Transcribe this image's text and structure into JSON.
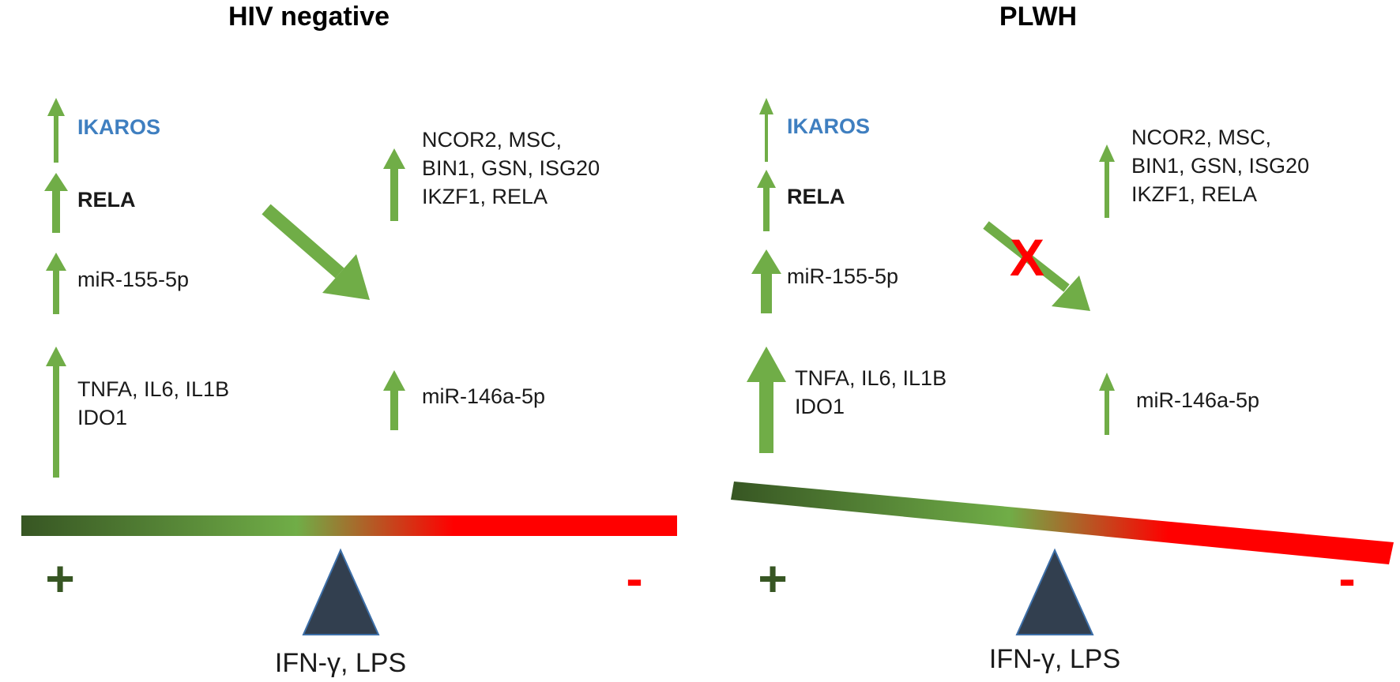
{
  "colors": {
    "arrow_green": "#70ad47",
    "dark_green": "#375623",
    "red": "#ff0000",
    "fulcrum": "#323f4f",
    "label_blue": "#3f7fc0"
  },
  "panels": [
    {
      "title": "HIV negative",
      "left_labels": {
        "ikaros": "IKAROS",
        "rela": "RELA",
        "mir155": "miR-155-5p",
        "cytokines_line1": "TNFA, IL6, IL1B",
        "cytokines_line2": "IDO1"
      },
      "right_labels": {
        "genes_line1": "NCOR2, MSC,",
        "genes_line2": "BIN1, GSN, ISG20",
        "genes_line3": "IKZF1, RELA",
        "mir146": "miR-146a-5p"
      },
      "plus": "+",
      "minus": "-",
      "stimulus": "IFN-γ, LPS",
      "balance_state": "level",
      "pathway_blocked": false
    },
    {
      "title": "PLWH",
      "left_labels": {
        "ikaros": "IKAROS",
        "rela": "RELA",
        "mir155": "miR-155-5p",
        "cytokines_line1": "TNFA, IL6, IL1B",
        "cytokines_line2": "IDO1"
      },
      "right_labels": {
        "genes_line1": "NCOR2, MSC,",
        "genes_line2": "BIN1, GSN, ISG20",
        "genes_line3": "IKZF1, RELA",
        "mir146": "miR-146a-5p"
      },
      "plus": "+",
      "minus": "-",
      "stimulus": "IFN-γ, LPS",
      "balance_state": "tilted toward +",
      "pathway_blocked": true,
      "block_mark": "X"
    }
  ]
}
